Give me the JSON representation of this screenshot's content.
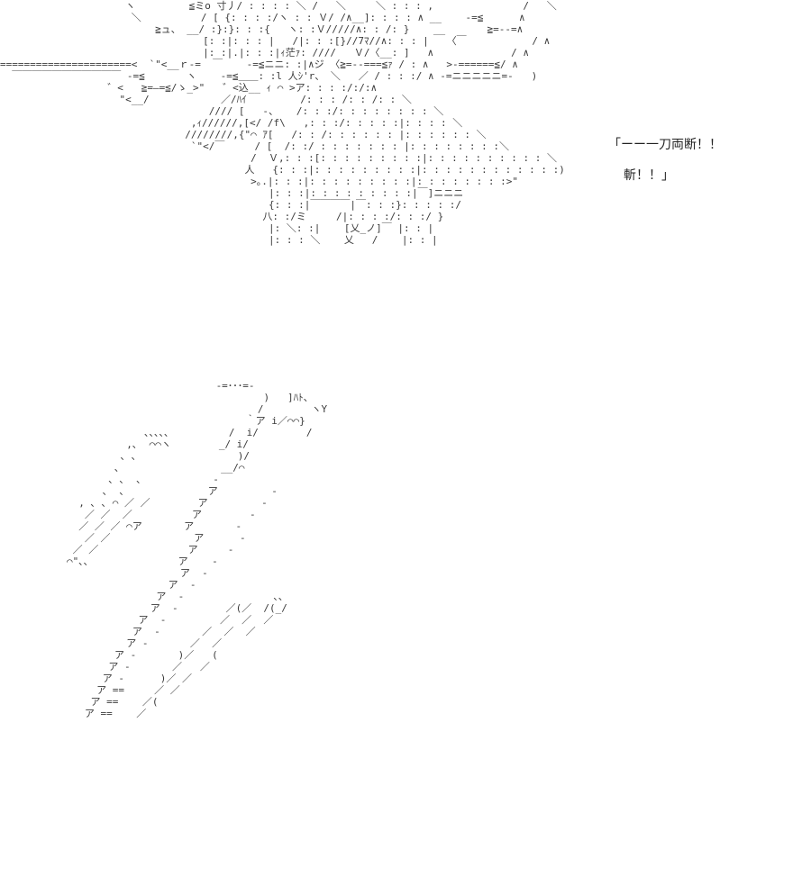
{
  "dialogue": {
    "line1": "「ーー一刀両断！！",
    "line2": "斬！！」"
  },
  "art": {
    "top": "                     ヽ         ≦ミo 寸丿/ : : : : ＼ /   ＼     ＼ : : : ,               /   ＼\n                      ＼          / [ {: : : :/ヽ : : Ｖ/ /∧__]: : : : ∧ __    -=≦      ∧\n                          ≧ュ、 __/ :}:}: : :{   ヽ: :Ｖ/////∧: : /: }    __       ≧=--=∧\n                                  [: :|: : : |   /|: : :[}//7ﾏ//∧: : : |   〈￣           / ∧\n                                  |: :|.|: : :|ｨ茫ｧ: ////   Ｖ/〈__: ]   ∧             / ∧\n======================<  `\"<__ｒ-=  ￣    -=≦ニニ: :|∧ジ 〈≧=--===≦ｧ / : ∧   >-======≦/ ∧\n  ￣￣￣￣￣￣￣￣￣￣￣ -=≦       ヽ    -=≦＿＿: :l 人ｼ'r、 ＼   ／ / : : :/ ∧ -=ニニニニニ=-   )\n                  ゛<   ≧=―=≦/ゝ_>\"   ゛<込__ ｨ ⌒ >ア: : : :/:/:∧\n                    \"<__/            ／/ﾊｲ         /: : : /: : /: : ＼\n                                   //// [   -、   /: : :/: : : : : : : : ＼\n                                ,ｨ//////,[</ /f\\   ,: : :/: : : : :|: : : : ＼\n                               ////////,{\"⌒ ｱ[   /: : /: : : : : : |: : : : : : ＼\n                                `\"</￣     / [  /: :/ : : : : : : : |: : : : : : : :＼\n                                          /  Ｖ,: : :[: : : : : : : : :|: : : : : : : : : : ＼\n                                         人   {: : :|: : : : : : : : :|: : : : : : : : : : : :)\n                                          >｡.|: : :|: : : : : : : : :|: : : : : : : :>\"\n                                             |: : :|: : : : : : : : :|￣]ニニニ\n                                             {: : :|￣￣￣￣|￣: : :}: : : : :/\n                                            八: :/ミ     /|: : : :/: : :/ }\n                                             |: ＼: :|    [乂_ノ]￣ |: : |\n                                             |: : : ＼    乂   /    |: : |",
    "bottom": "                         -=･･･=-\n                                 )   ]ﾊﾄ、\n                                /        ヽY\n                              ｀ア i／⌒⌒}\n             ､､､､､          /  i/        /\n          ,､  ⌒⌒ヽ        _/ i/\n         ､ ､                 )/\n        ､                 __/⌒\n       ､ ､  ､            -\n      ､  ､              ア         -\n  , ､ ､ ⌒ ／ ／        ア         -\n   ／ ／  ／          ア        -\n  ／ ／ ／ ⌒ア       ア       -\n   ／ ／              ア      -\n ／ ／               ア     -\n⌒\"､､               ア    -\n                   ア  -\n                 ア  -\n               ア  -               ､､\n              ア  -        ／(／  /(_/\n            ア  -         ／  ／  ／\n           ア  -       ／  ／  ／\n          ア -       ／  ／\n        ア -       )／   (\n       ア -       ／   ／\n      ア -      )／ ／\n     ア ==     ／ ／\n    ア ==    ／(\n   ア ==    ／"
  }
}
